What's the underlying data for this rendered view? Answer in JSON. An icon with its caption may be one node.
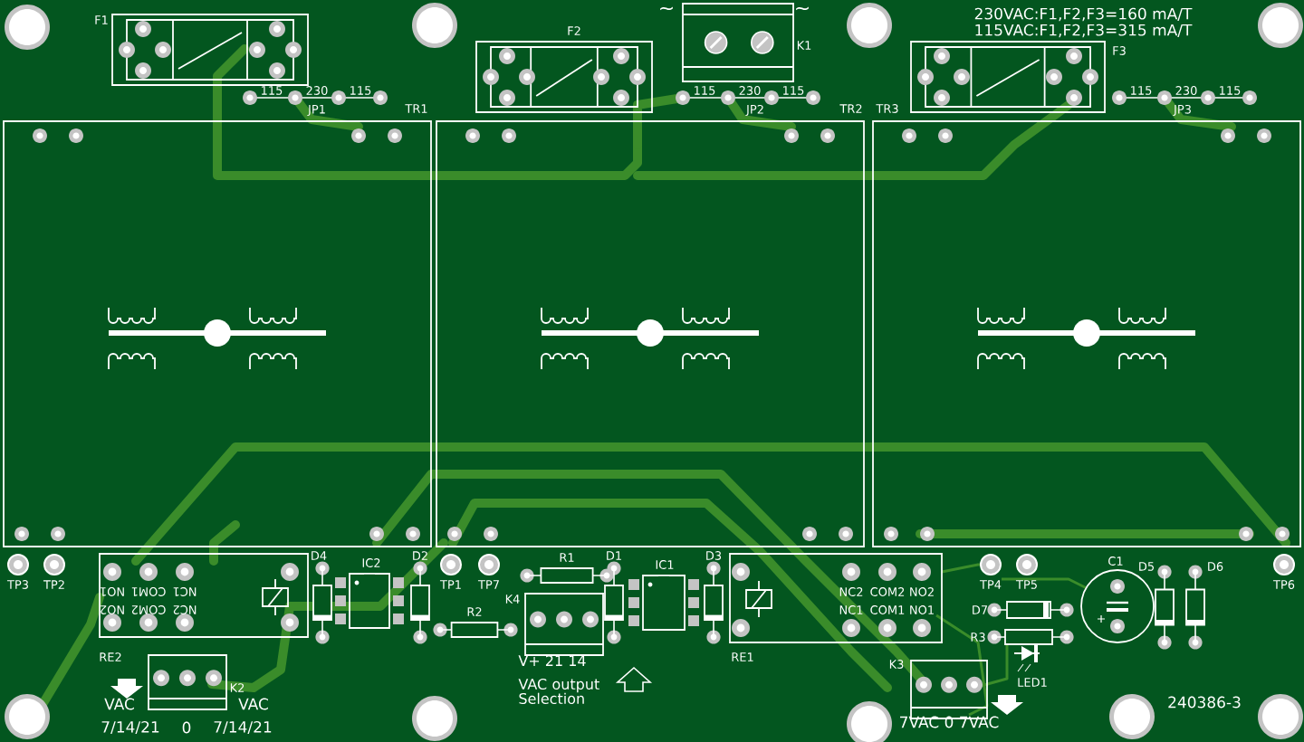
{
  "diagram": {
    "nodes": [
      {
        "text": [
          "F1"
        ]
      },
      {
        "text": [
          "F2"
        ]
      },
      {
        "text": [
          "K1"
        ]
      },
      {
        "text": [
          "F3"
        ]
      },
      {
        "text": [
          "115",
          "230",
          "115",
          "JP1"
        ]
      },
      {
        "text": [
          "115",
          "230",
          "115",
          "JP2"
        ]
      },
      {
        "text": [
          "115",
          "230",
          "115",
          "JP3"
        ]
      },
      {
        "text": [
          "TR1"
        ]
      },
      {
        "text": [
          "TR2"
        ]
      },
      {
        "text": [
          "TR3"
        ]
      },
      {
        "text": [
          "TP3"
        ]
      },
      {
        "text": [
          "TP2"
        ]
      },
      {
        "text": [
          "NO1",
          "COM1",
          "NC1",
          "NO2",
          "COM2",
          "NC2",
          "RE2"
        ]
      },
      {
        "text": [
          "D4"
        ]
      },
      {
        "text": [
          "IC2"
        ]
      },
      {
        "text": [
          "D2"
        ]
      },
      {
        "text": [
          "TP1"
        ]
      },
      {
        "text": [
          "TP7"
        ]
      },
      {
        "text": [
          "R1"
        ]
      },
      {
        "text": [
          "R2"
        ]
      },
      {
        "text": [
          "K4"
        ]
      },
      {
        "text": [
          "D1"
        ]
      },
      {
        "text": [
          "IC1"
        ]
      },
      {
        "text": [
          "D3"
        ]
      },
      {
        "text": [
          "NC2",
          "COM2",
          "NO2",
          "NC1",
          "COM1",
          "NO1",
          "RE1"
        ]
      },
      {
        "text": [
          "K2"
        ]
      },
      {
        "text": [
          "TP4"
        ]
      },
      {
        "text": [
          "TP5"
        ]
      },
      {
        "text": [
          "C1"
        ]
      },
      {
        "text": [
          "D5"
        ]
      },
      {
        "text": [
          "D6"
        ]
      },
      {
        "text": [
          "TP6"
        ]
      },
      {
        "text": [
          "D7"
        ]
      },
      {
        "text": [
          "R3"
        ]
      },
      {
        "text": [
          "LED1"
        ]
      },
      {
        "text": [
          "K3"
        ]
      }
    ],
    "labels": [
      "~",
      "~",
      "230VAC:F1,F2,F3=160 mA/T",
      "115VAC:F1,F2,F3=315 mA/T",
      "VAC",
      "7/14/21",
      "0",
      "VAC",
      "7/14/21",
      "V+ 21 14",
      "VAC output Selection",
      "7VAC 0 7VAC",
      "240386-3"
    ]
  }
}
